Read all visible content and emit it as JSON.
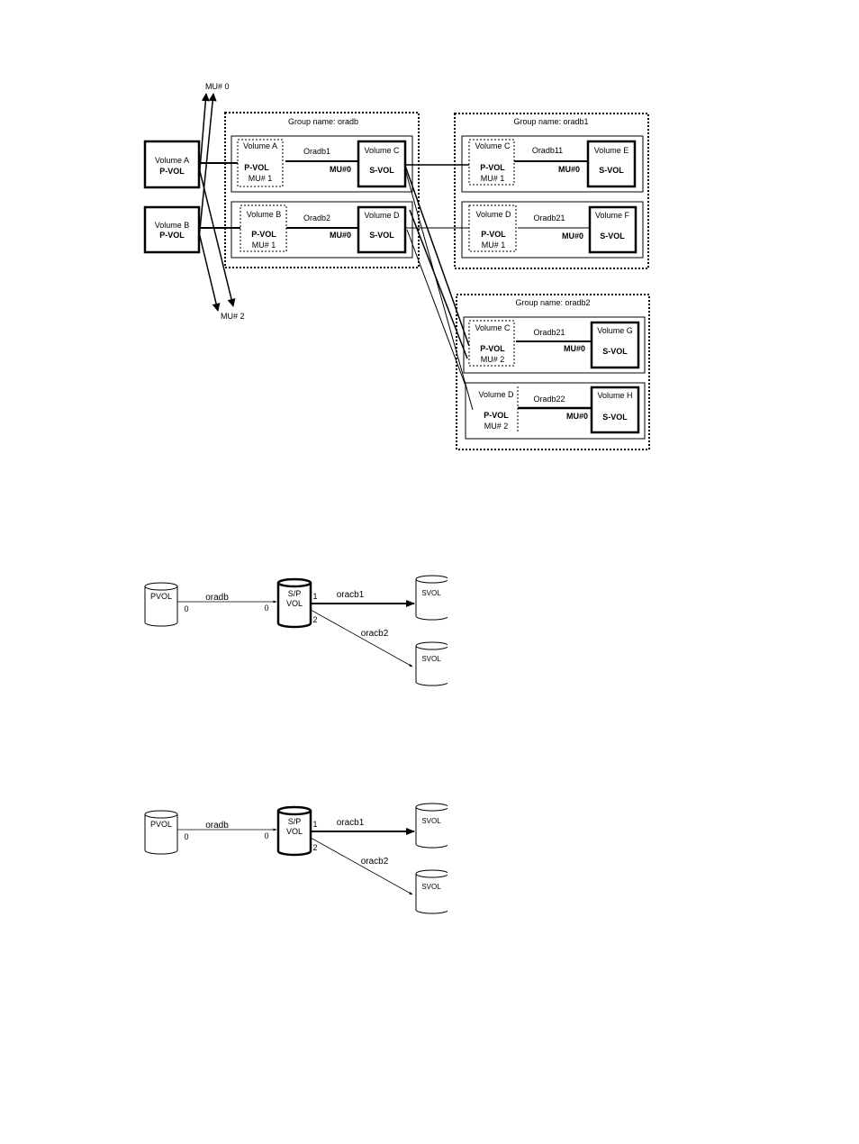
{
  "fig1": {
    "mu0_label": "MU# 0",
    "mu2_label": "MU# 2",
    "vol_a": {
      "name": "Volume A",
      "role": "P-VOL"
    },
    "vol_b": {
      "name": "Volume B",
      "role": "P-VOL"
    },
    "group_oradb": {
      "title": "Group name: oradb",
      "row1": {
        "src_name": "Volume A",
        "src_role": "P-VOL",
        "src_mu": "MU# 1",
        "pair": "Oradb1",
        "mu": "MU#0",
        "dst_name": "Volume C",
        "dst_role": "S-VOL"
      },
      "row2": {
        "src_name": "Volume B",
        "src_role": "P-VOL",
        "src_mu": "MU# 1",
        "pair": "Oradb2",
        "mu": "MU#0",
        "dst_name": "Volume D",
        "dst_role": "S-VOL"
      }
    },
    "group_oradb1": {
      "title": "Group name: oradb1",
      "row1": {
        "src_name": "Volume C",
        "src_role": "P-VOL",
        "src_mu": "MU# 1",
        "pair": "Oradb11",
        "mu": "MU#0",
        "dst_name": "Volume E",
        "dst_role": "S-VOL"
      },
      "row2": {
        "src_name": "Volume D",
        "src_role": "P-VOL",
        "src_mu": "MU# 1",
        "pair": "Oradb21",
        "mu": "MU#0",
        "dst_name": "Volume F",
        "dst_role": "S-VOL"
      }
    },
    "group_oradb2": {
      "title": "Group name: oradb2",
      "row1": {
        "src_name": "Volume C",
        "src_role": "P-VOL",
        "src_mu": "MU# 2",
        "pair": "Oradb21",
        "mu": "MU#0",
        "dst_name": "Volume G",
        "dst_role": "S-VOL"
      },
      "row2": {
        "src_name": "Volume D",
        "src_role": "P-VOL",
        "src_mu": "MU# 2",
        "pair": "Oradb22",
        "mu": "MU#0",
        "dst_name": "Volume H",
        "dst_role": "S-VOL"
      }
    }
  },
  "fig2": {
    "pvol": "PVOL",
    "sp_line1": "S/P",
    "sp_line2": "VOL",
    "link_oradb": "oradb",
    "port_0_src": "0",
    "port_0_dst": "0",
    "port_1": "1",
    "port_2": "2",
    "link_oracb1": "oracb1",
    "link_oracb2": "oracb2",
    "svol_1": "SVOL",
    "svol_2": "SVOL"
  },
  "fig3": {
    "pvol": "PVOL",
    "sp_line1": "S/P",
    "sp_line2": "VOL",
    "link_oradb": "oradb",
    "port_0_src": "0",
    "port_0_dst": "0",
    "port_1": "1",
    "port_2": "2",
    "link_oracb1": "oracb1",
    "link_oracb2": "oracb2",
    "svol_1": "SVOL",
    "svol_2": "SVOL"
  }
}
